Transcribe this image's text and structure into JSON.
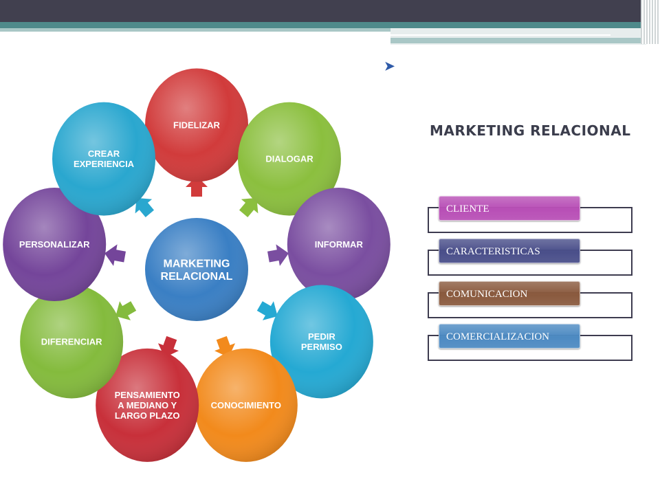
{
  "slide": {
    "title": "MARKETING RELACIONAL",
    "bullet_glyph": "➤"
  },
  "diagram": {
    "center": {
      "label": "MARKETING\nRELACIONAL",
      "color": "#3a7fc4"
    },
    "nodes": [
      {
        "label": "FIDELIZAR",
        "color": "#d13b3b"
      },
      {
        "label": "DIALOGAR",
        "color": "#8bbf3e"
      },
      {
        "label": "INFORMAR",
        "color": "#7a4ea0"
      },
      {
        "label": "PEDIR\nPERMISO",
        "color": "#25a9d3"
      },
      {
        "label": "CONOCIMIENTO",
        "color": "#f28a1c"
      },
      {
        "label": "PENSAMIENTO\nA MEDIANO Y\nLARGO PLAZO",
        "color": "#c8303a"
      },
      {
        "label": "DIFERENCIAR",
        "color": "#84bb3d"
      },
      {
        "label": "PERSONALIZAR",
        "color": "#74459a"
      },
      {
        "label": "CREAR\nEXPERIENCIA",
        "color": "#2aa7cf"
      }
    ]
  },
  "list": {
    "items": [
      {
        "label": "CLIENTE",
        "color": "#b84fb6"
      },
      {
        "label": "CARACTERISTICAS",
        "color": "#4a4f8a"
      },
      {
        "label": "COMUNICACION",
        "color": "#8a5a3e"
      },
      {
        "label": "COMERCIALIZACION",
        "color": "#4d8ac2"
      }
    ]
  }
}
